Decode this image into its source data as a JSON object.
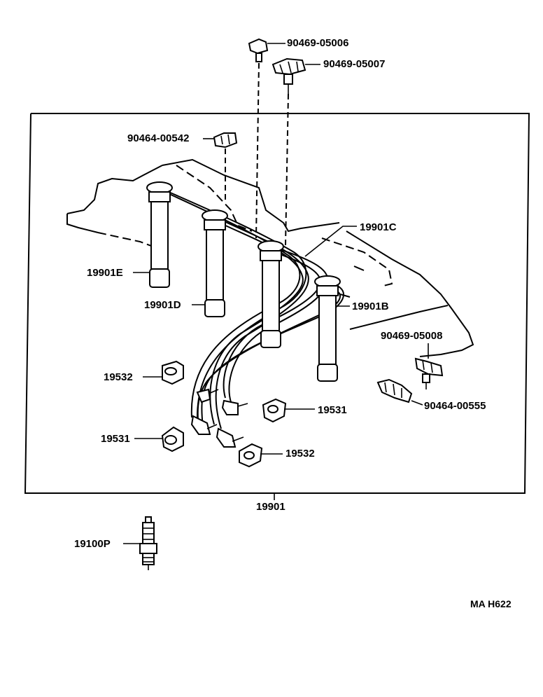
{
  "diagram": {
    "labels": {
      "clip_top": "90469-05006",
      "clip_top2": "90469-05007",
      "clip_left": "90464-00542",
      "cord_c": "19901C",
      "cord_e": "19901E",
      "cord_d": "19901D",
      "cord_b": "19901B",
      "clip_right": "90469-05008",
      "clip_right2": "90464-00555",
      "grommet_a1": "19532",
      "grommet_b1": "19531",
      "grommet_a2": "19531",
      "grommet_b2": "19532",
      "cord_set": "19901",
      "spark_plug": "19100P",
      "drawing_code": "MA  H622"
    }
  }
}
